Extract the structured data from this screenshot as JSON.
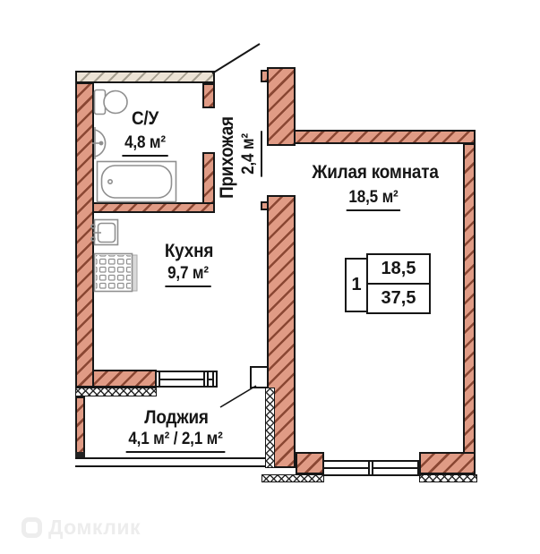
{
  "rooms": {
    "bathroom": {
      "name": "С/У",
      "area": "4,8 м²"
    },
    "hallway": {
      "name": "Прихожая",
      "area": "2,4 м²"
    },
    "kitchen": {
      "name": "Кухня",
      "area": "9,7 м²"
    },
    "living": {
      "name": "Жилая комната",
      "area": "18,5 м²"
    },
    "loggia": {
      "name": "Лоджия",
      "area": "4,1 м² / 2,1 м²"
    }
  },
  "stamp": {
    "rooms_count": "1",
    "living_area": "18,5",
    "total_area": "37,5"
  },
  "watermark": {
    "text": "Домклик"
  },
  "colors": {
    "wall_fill": "#E09B85",
    "wall_hatch": "#8A4733",
    "entry_wall_fill": "#ECE3D5",
    "entry_wall_hatch": "#A59E8F",
    "outline": "#161616",
    "fixture_stroke": "#8F8F8F",
    "watermark": "#EDEDED"
  },
  "fixtures": [
    "toilet-icon",
    "sink-icon",
    "bathtub-icon",
    "kitchen-sink-icon",
    "stove-icon"
  ]
}
